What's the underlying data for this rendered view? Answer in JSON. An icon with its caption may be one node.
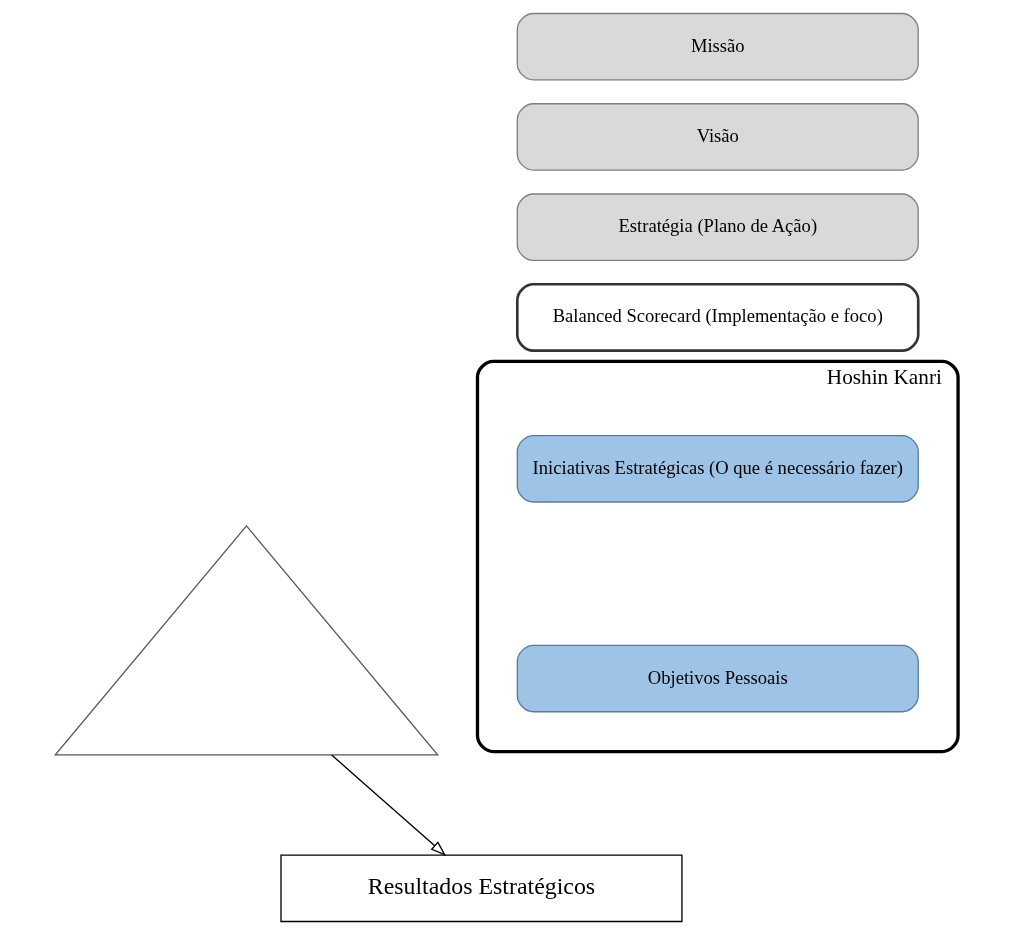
{
  "diagram": {
    "nodes": [
      {
        "text": [],
        "shape": "triangle"
      },
      {
        "text": [
          "Missão"
        ]
      },
      {
        "text": [
          "Visão"
        ]
      },
      {
        "text": [
          "Estratégia (Plano de Ação)"
        ]
      },
      {
        "text": [
          "Balanced Scorecard (Implementação e foco)"
        ]
      },
      {
        "text": [
          "Hoshin Kanri"
        ]
      },
      {
        "text": [
          "Iniciativas Estratégicas (O que é necessário fazer)"
        ],
        "in": 5
      },
      {
        "text": [
          "Objetivos Pessoais"
        ],
        "in": 5
      },
      {
        "text": [
          "Resultados Estratégicos"
        ]
      }
    ],
    "edges": [
      {
        "from": 0,
        "to": 8,
        "arrow": "to"
      }
    ]
  }
}
